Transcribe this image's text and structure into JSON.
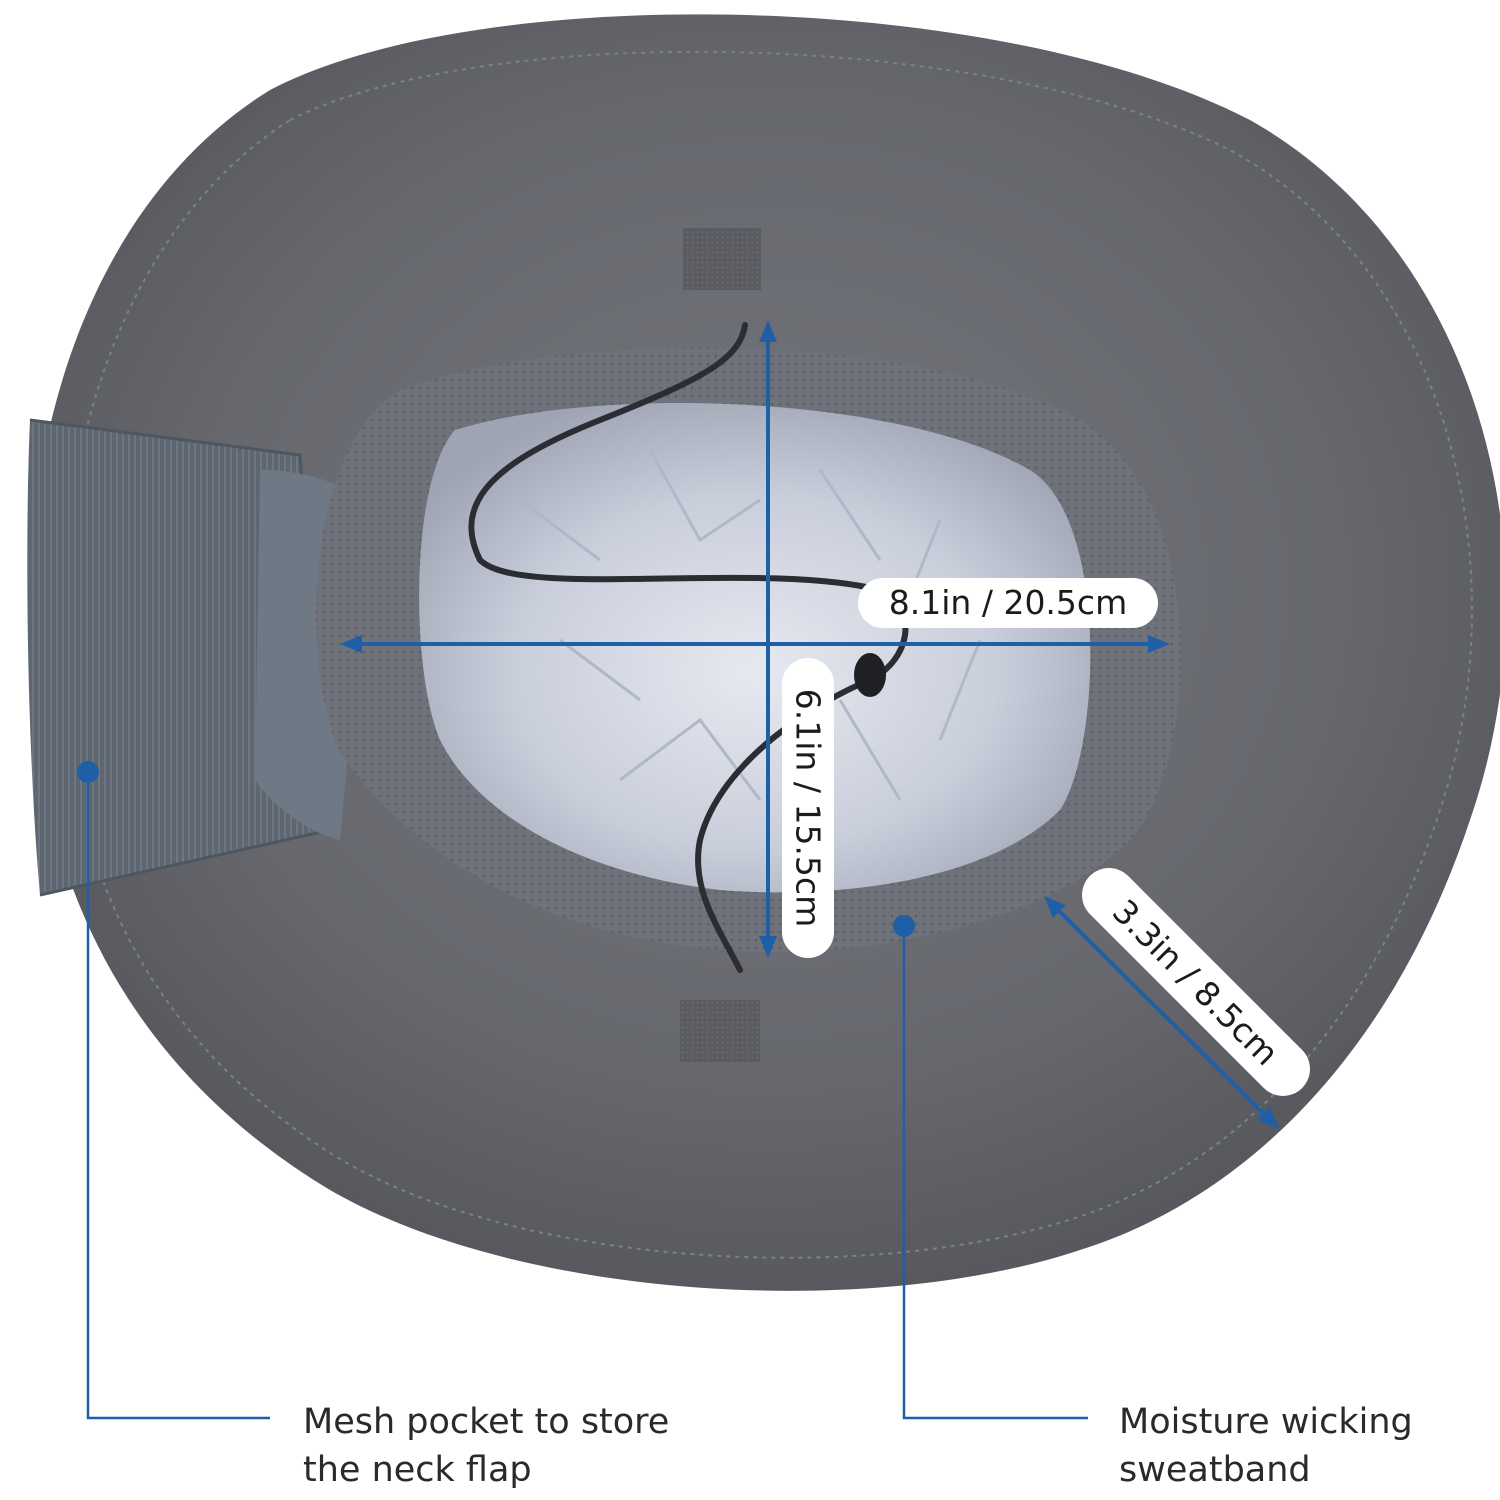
{
  "colors": {
    "accent": "#1f5fa8",
    "brim": "#66686e",
    "lining": "#c7ccd8",
    "mesh": "#5d6670"
  },
  "measurements": {
    "width": "8.1in / 20.5cm",
    "depth": "6.1in / 15.5cm",
    "brim": "3.3in / 8.5cm"
  },
  "callouts": {
    "mesh_pocket": {
      "line1": "Mesh pocket to store",
      "line2": "the neck flap"
    },
    "sweatband": {
      "line1": "Moisture wicking",
      "line2": "sweatband"
    }
  }
}
